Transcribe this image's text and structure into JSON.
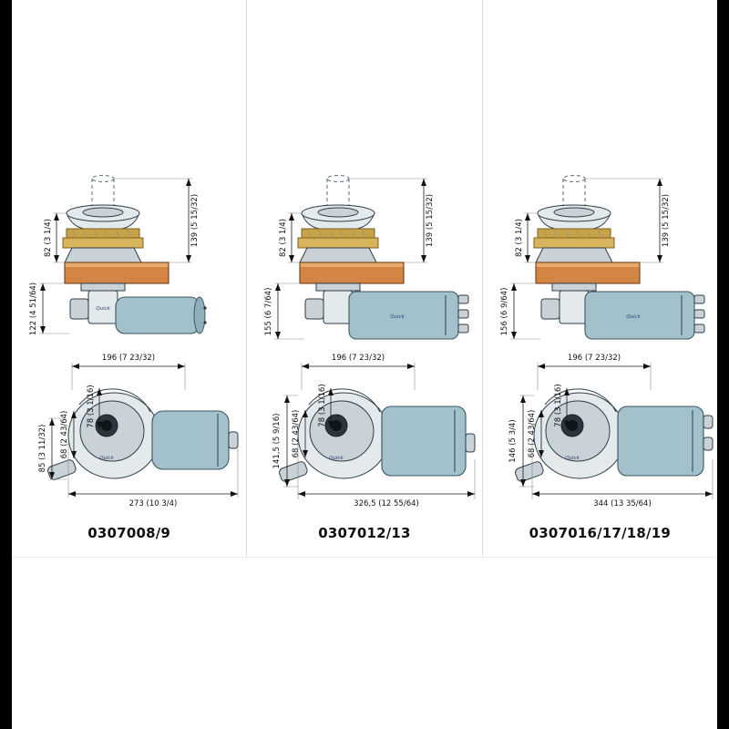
{
  "brand": "Quick",
  "palette": {
    "deck_wood": "#d28544",
    "gypsy_brass": "#c7a347",
    "motor_body": "#a3c1cb",
    "metal_light": "#e4e9ec",
    "edge_bars": "#000000",
    "divider": "#d9d9d9"
  },
  "columns": [
    {
      "model": "0307008/9",
      "top_view": {
        "dim_total_height": "139 (5 15/32)",
        "dim_above_deck": "82 (3 1/4)",
        "dim_below_deck": "122 (4 51/64)"
      },
      "bottom_view": {
        "dim_top_width": "196 (7 23/32)",
        "dim_offset_a": "78 (3 1/16)",
        "dim_offset_b": "68 (2 43/64)",
        "dim_left_height": "85 (3 11/32)",
        "dim_overall_length": "273 (10 3/4)"
      }
    },
    {
      "model": "0307012/13",
      "top_view": {
        "dim_total_height": "139 (5 15/32)",
        "dim_above_deck": "82 (3 1/4)",
        "dim_below_deck": "155 (6 7/64)"
      },
      "bottom_view": {
        "dim_top_width": "196 (7 23/32)",
        "dim_offset_a": "78 (3 1/16)",
        "dim_offset_b": "68 (2 43/64)",
        "dim_left_height": "141,5 (5 9/16)",
        "dim_overall_length": "326,5 (12 55/64)"
      }
    },
    {
      "model": "0307016/17/18/19",
      "top_view": {
        "dim_total_height": "139 (5 15/32)",
        "dim_above_deck": "82 (3 1/4)",
        "dim_below_deck": "156 (6 9/64)"
      },
      "bottom_view": {
        "dim_top_width": "196 (7 23/32)",
        "dim_offset_a": "78 (3 1/16)",
        "dim_offset_b": "68 (2 43/64)",
        "dim_left_height": "146 (5 3/4)",
        "dim_overall_length": "344 (13 35/64)"
      }
    }
  ]
}
